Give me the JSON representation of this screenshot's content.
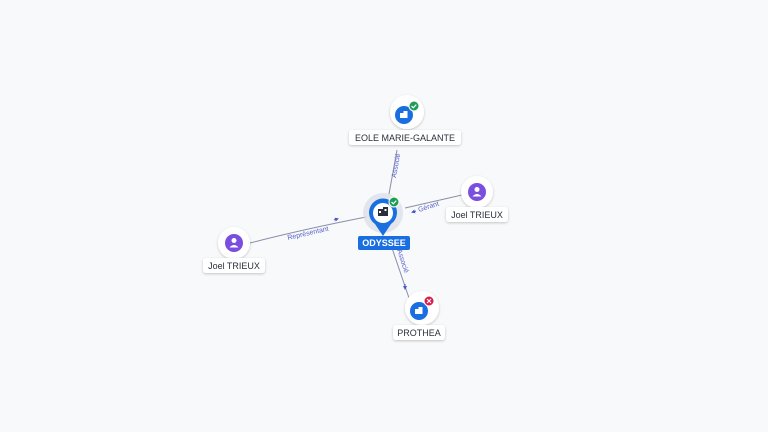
{
  "graph": {
    "center": {
      "label": "ODYSSEE",
      "status": "active",
      "icon": "company-icon"
    },
    "nodes": [
      {
        "id": "eole",
        "label": "EOLE MARIE-GALANTE",
        "type": "company",
        "status": "active",
        "icon": "company-icon"
      },
      {
        "id": "prothea",
        "label": "PROTHEA",
        "type": "company",
        "status": "closed",
        "icon": "company-icon"
      },
      {
        "id": "joel_right",
        "label": "Joel TRIEUX",
        "type": "person",
        "icon": "person-icon"
      },
      {
        "id": "joel_left",
        "label": "Joel TRIEUX",
        "type": "person",
        "icon": "person-icon"
      }
    ],
    "edges": [
      {
        "from": "center",
        "to": "eole",
        "label": "Associé"
      },
      {
        "from": "center",
        "to": "prothea",
        "label": "Associé"
      },
      {
        "from": "joel_right",
        "to": "center",
        "label": "Gérant"
      },
      {
        "from": "joel_left",
        "to": "center",
        "label": "Représentant"
      }
    ]
  },
  "colors": {
    "company": "#1a6fe0",
    "person": "#7a4fe0",
    "active": "#1f9d55",
    "closed": "#d81f4b",
    "edge": "#8a8fa8",
    "edge_label": "#5b63c9",
    "center_label_bg": "#1a6fe0"
  }
}
